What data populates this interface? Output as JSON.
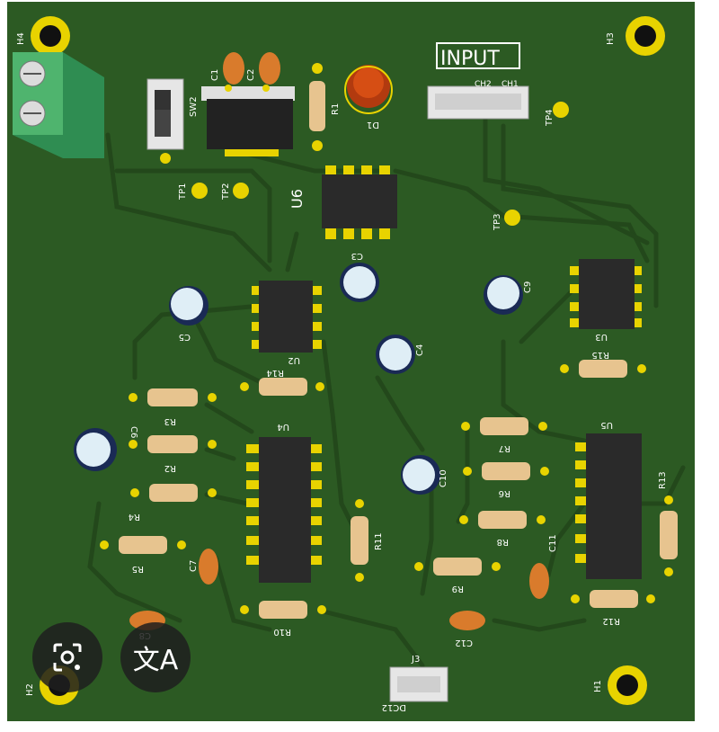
{
  "board": {
    "title": "INPUT",
    "colors": {
      "board": "#2c5a23",
      "trace": "#244d1c",
      "pad": "#e8d300",
      "chip": "#2a2a2a",
      "resistor": "#e7c48f",
      "capacitor": "#d97b2c"
    }
  },
  "labels": {
    "h1": "H1",
    "h2": "H2",
    "h3": "H3",
    "h4": "H4",
    "sw2": "SW2",
    "c1": "C1",
    "c2": "C2",
    "r1": "R1",
    "d1": "D1",
    "ch2": "CH2",
    "ch1": "CH1",
    "tp1": "TP1",
    "tp2": "TP2",
    "tp3": "TP3",
    "tp4": "TP4",
    "u6": "U6",
    "u2": "U2",
    "u3": "U3",
    "u4": "U4",
    "u5": "U5",
    "c3": "C3",
    "c4": "C4",
    "c5": "C5",
    "c6": "C6",
    "c7": "C7",
    "c8": "C8",
    "c9": "C9",
    "c10": "C10",
    "c11": "C11",
    "c12": "C12",
    "r2": "R2",
    "r3": "R3",
    "r4": "R4",
    "r5": "R5",
    "r6": "R6",
    "r7": "R7",
    "r8": "R8",
    "r9": "R9",
    "r10": "R10",
    "r11": "R11",
    "r12": "R12",
    "r13": "R13",
    "r14": "R14",
    "r15": "R15",
    "j3": "J3",
    "dc12": "DC12"
  },
  "overlay": {
    "lens_icon": "google-lens-icon",
    "translate_icon": "translate-icon",
    "translate_glyph": "文A"
  }
}
